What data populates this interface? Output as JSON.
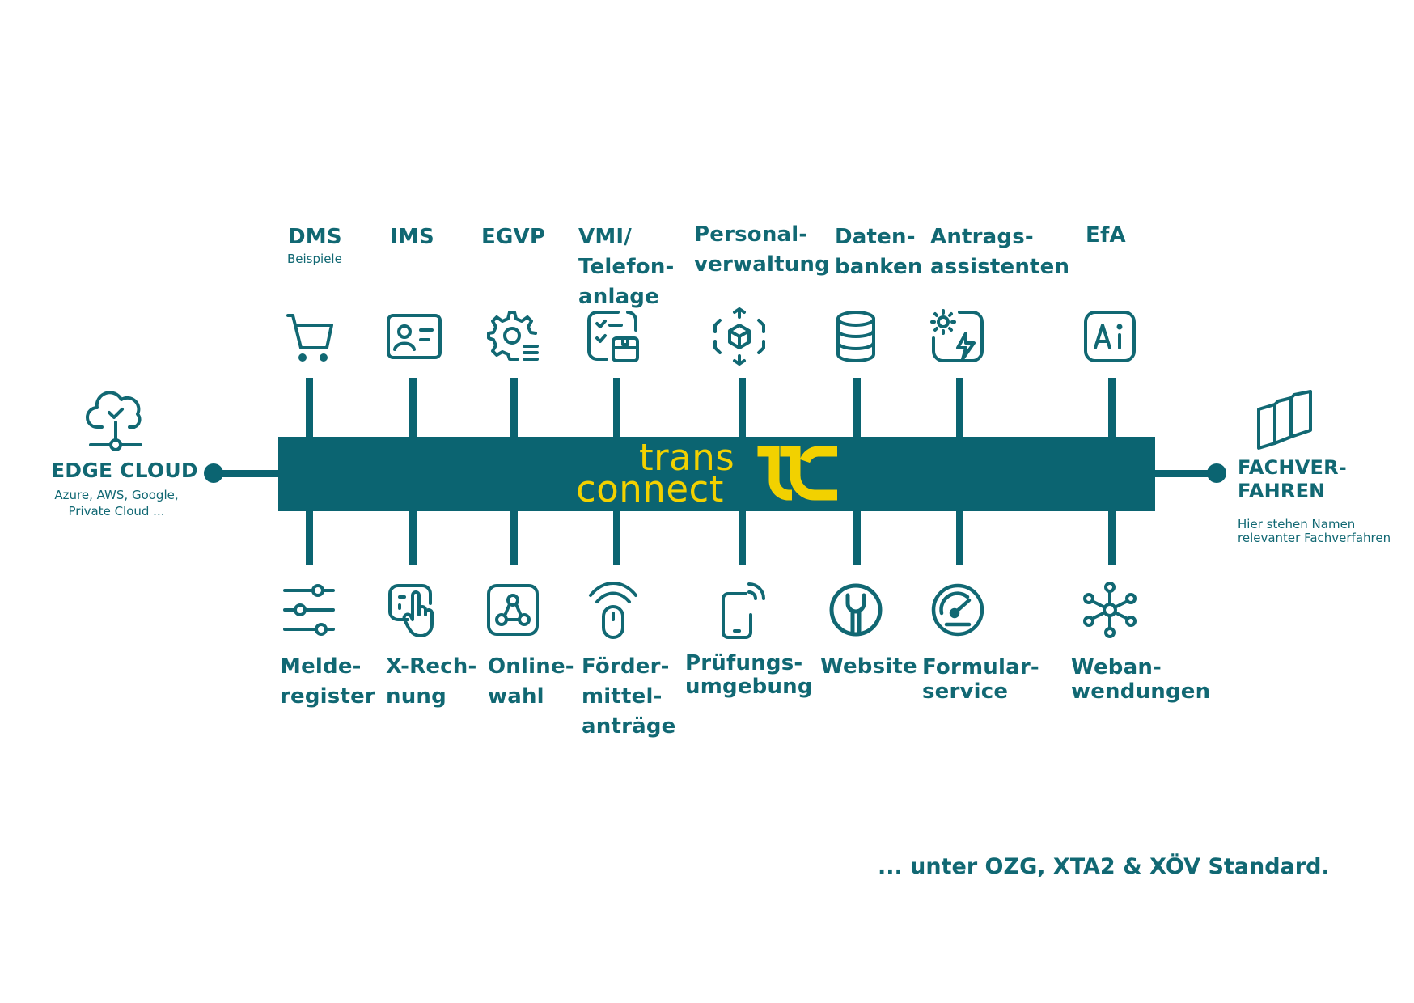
{
  "top_nodes": [
    {
      "label": "DMS",
      "sublabel": "Beispiele",
      "icon": "shopping-cart-icon"
    },
    {
      "label": "IMS",
      "icon": "id-card-icon"
    },
    {
      "label": "EGVP",
      "icon": "gear-list-icon"
    },
    {
      "label": "VMI/\nTelefon-\nanlage",
      "icon": "checklist-package-icon"
    },
    {
      "label": "Personal-\nverwaltung",
      "icon": "3d-box-icon"
    },
    {
      "label": "Daten-\nbanken",
      "icon": "database-icon"
    },
    {
      "label": "Antrags-\nassistenten",
      "icon": "sun-lightning-icon"
    },
    {
      "label": "EfA",
      "icon": "ai-icon"
    }
  ],
  "bottom_nodes": [
    {
      "label": "Melde-\nregister",
      "icon": "sliders-icon"
    },
    {
      "label": "X-Rech-\nnung",
      "icon": "touch-select-icon"
    },
    {
      "label": "Online-\nwahl",
      "icon": "network-square-icon"
    },
    {
      "label": "Förder-\nmittel-\nanträge",
      "icon": "wireless-mouse-icon"
    },
    {
      "label": "Prüfungs-\numgebung",
      "icon": "mobile-signal-icon"
    },
    {
      "label": "Website",
      "icon": "wrench-circle-icon"
    },
    {
      "label": "Formular-\nservice",
      "icon": "speedometer-icon"
    },
    {
      "label": "Weban-\nwendungen",
      "icon": "hub-network-icon"
    }
  ],
  "left_endpoint": {
    "title": "EDGE CLOUD",
    "subtitle": "Azure, AWS, Google,\nPrivate Cloud ...",
    "icon": "cloud-network-icon"
  },
  "right_endpoint": {
    "title": "FACHVER-\nFAHREN",
    "subtitle": "Hier stehen Namen\nrelevanter Fachverfahren",
    "icon": "stacked-pages-icon"
  },
  "brand": {
    "line1": "trans",
    "line2": "connect",
    "logo": "tc-logo"
  },
  "footer": "... unter OZG, XTA2 & XÖV Standard.",
  "colors": {
    "primary": "#0b6471",
    "text": "#116873",
    "accent": "#f2d100",
    "background": "#ffffff"
  }
}
